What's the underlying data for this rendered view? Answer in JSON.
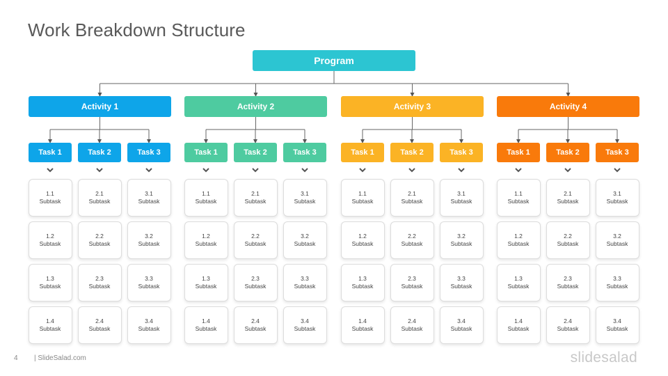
{
  "title": "Work Breakdown Structure",
  "program": {
    "label": "Program",
    "color": "#2cc5d2"
  },
  "activities": [
    {
      "label": "Activity 1",
      "color": "#0ea5e9",
      "tasks": [
        {
          "label": "Task 1",
          "subtasks": [
            {
              "num": "1.1",
              "label": "Subtask"
            },
            {
              "num": "1.2",
              "label": "Subtask"
            },
            {
              "num": "1.3",
              "label": "Subtask"
            },
            {
              "num": "1.4",
              "label": "Subtask"
            }
          ]
        },
        {
          "label": "Task 2",
          "subtasks": [
            {
              "num": "2.1",
              "label": "Subtask"
            },
            {
              "num": "2.2",
              "label": "Subtask"
            },
            {
              "num": "2.3",
              "label": "Subtask"
            },
            {
              "num": "2.4",
              "label": "Subtask"
            }
          ]
        },
        {
          "label": "Task 3",
          "subtasks": [
            {
              "num": "3.1",
              "label": "Subtask"
            },
            {
              "num": "3.2",
              "label": "Subtask"
            },
            {
              "num": "3.3",
              "label": "Subtask"
            },
            {
              "num": "3.4",
              "label": "Subtask"
            }
          ]
        }
      ]
    },
    {
      "label": "Activity 2",
      "color": "#4ecba0",
      "tasks": [
        {
          "label": "Task 1",
          "subtasks": [
            {
              "num": "1.1",
              "label": "Subtask"
            },
            {
              "num": "1.2",
              "label": "Subtask"
            },
            {
              "num": "1.3",
              "label": "Subtask"
            },
            {
              "num": "1.4",
              "label": "Subtask"
            }
          ]
        },
        {
          "label": "Task 2",
          "subtasks": [
            {
              "num": "2.1",
              "label": "Subtask"
            },
            {
              "num": "2.2",
              "label": "Subtask"
            },
            {
              "num": "2.3",
              "label": "Subtask"
            },
            {
              "num": "2.4",
              "label": "Subtask"
            }
          ]
        },
        {
          "label": "Task 3",
          "subtasks": [
            {
              "num": "3.1",
              "label": "Subtask"
            },
            {
              "num": "3.2",
              "label": "Subtask"
            },
            {
              "num": "3.3",
              "label": "Subtask"
            },
            {
              "num": "3.4",
              "label": "Subtask"
            }
          ]
        }
      ]
    },
    {
      "label": "Activity 3",
      "color": "#fbb325",
      "tasks": [
        {
          "label": "Task 1",
          "subtasks": [
            {
              "num": "1.1",
              "label": "Subtask"
            },
            {
              "num": "1.2",
              "label": "Subtask"
            },
            {
              "num": "1.3",
              "label": "Subtask"
            },
            {
              "num": "1.4",
              "label": "Subtask"
            }
          ]
        },
        {
          "label": "Task 2",
          "subtasks": [
            {
              "num": "2.1",
              "label": "Subtask"
            },
            {
              "num": "2.2",
              "label": "Subtask"
            },
            {
              "num": "2.3",
              "label": "Subtask"
            },
            {
              "num": "2.4",
              "label": "Subtask"
            }
          ]
        },
        {
          "label": "Task 3",
          "subtasks": [
            {
              "num": "3.1",
              "label": "Subtask"
            },
            {
              "num": "3.2",
              "label": "Subtask"
            },
            {
              "num": "3.3",
              "label": "Subtask"
            },
            {
              "num": "3.4",
              "label": "Subtask"
            }
          ]
        }
      ]
    },
    {
      "label": "Activity 4",
      "color": "#f97a0b",
      "tasks": [
        {
          "label": "Task 1",
          "subtasks": [
            {
              "num": "1.1",
              "label": "Subtask"
            },
            {
              "num": "1.2",
              "label": "Subtask"
            },
            {
              "num": "1.3",
              "label": "Subtask"
            },
            {
              "num": "1.4",
              "label": "Subtask"
            }
          ]
        },
        {
          "label": "Task 2",
          "subtasks": [
            {
              "num": "2.1",
              "label": "Subtask"
            },
            {
              "num": "2.2",
              "label": "Subtask"
            },
            {
              "num": "2.3",
              "label": "Subtask"
            },
            {
              "num": "2.4",
              "label": "Subtask"
            }
          ]
        },
        {
          "label": "Task 3",
          "subtasks": [
            {
              "num": "3.1",
              "label": "Subtask"
            },
            {
              "num": "3.2",
              "label": "Subtask"
            },
            {
              "num": "3.3",
              "label": "Subtask"
            },
            {
              "num": "3.4",
              "label": "Subtask"
            }
          ]
        }
      ]
    }
  ],
  "footer": {
    "page_number": "4",
    "source": "| SlideSalad.com",
    "brand": "slidesalad"
  },
  "icons": {
    "connector_arrow": "arrow-down-icon",
    "chevron": "chevron-down-icon"
  }
}
